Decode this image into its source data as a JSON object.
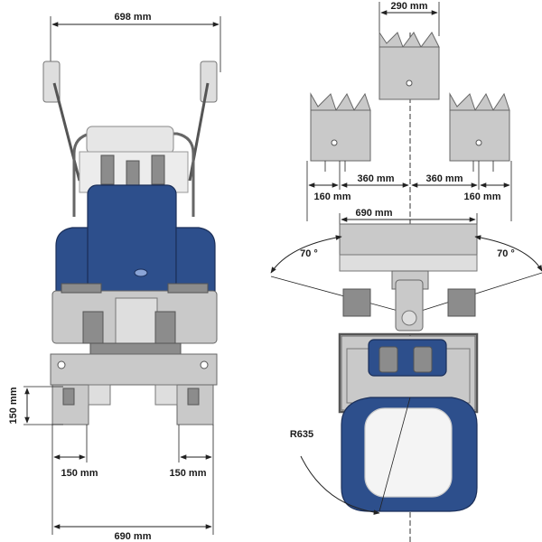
{
  "front_view": {
    "top_width_label": "698 mm",
    "track_height_label": "150 mm",
    "left_track_label": "150 mm",
    "right_track_label": "150 mm",
    "bottom_width_label": "690 mm"
  },
  "top_view": {
    "bucket_width_label": "290 mm",
    "offset_left_label": "360 mm",
    "offset_right_label": "360 mm",
    "side_left_label": "160 mm",
    "side_right_label": "160 mm",
    "blade_width_label": "690 mm",
    "swing_left_label": "70 °",
    "swing_right_label": "70 °",
    "radius_label": "R635"
  },
  "colors": {
    "body_blue": "#2d4f8c",
    "frame_grey": "#c9c9c9",
    "line": "#222222"
  }
}
